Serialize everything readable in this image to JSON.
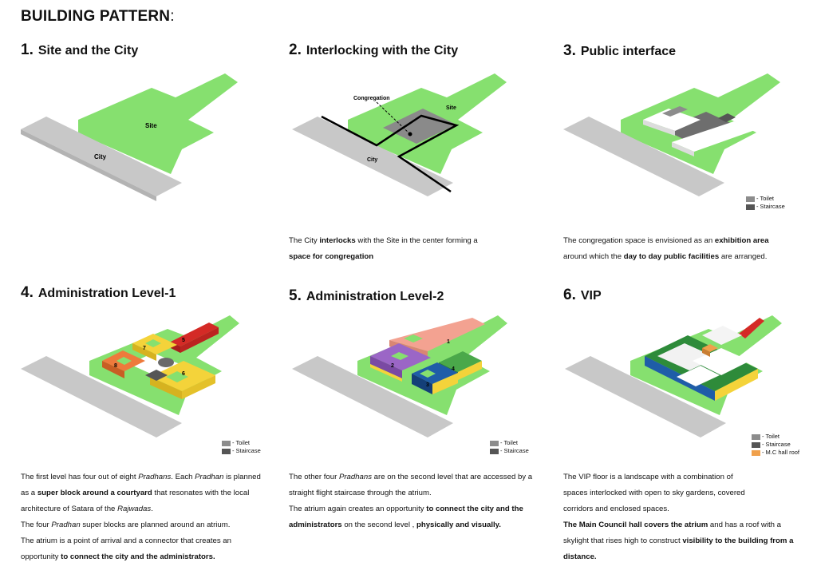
{
  "page_title": "BUILDING PATTERN",
  "page_title_colon": ":",
  "colors": {
    "site_green": "#86e06f",
    "city_gray": "#c8c8c8",
    "toilet": "#8c8c8c",
    "staircase": "#555555",
    "mc_hall_roof": "#f0a04b",
    "pradhan_red": "#d42a26",
    "pradhan_yellow": "#f4d33a",
    "pradhan_orange": "#ee7a3c",
    "pradhan_pink": "#f3a291",
    "pradhan_purple": "#9b66c6",
    "pradhan_blue": "#1f5da8",
    "pradhan_green": "#4aa84a"
  },
  "steps": [
    {
      "num": "1.",
      "title": "Site and the City",
      "labels": {
        "site": "Site",
        "city": "City"
      }
    },
    {
      "num": "2.",
      "title": "Interlocking with the City",
      "labels": {
        "congregation": "Congregation",
        "site": "Site",
        "city": "City"
      },
      "caption": [
        [
          {
            "t": "The City "
          },
          {
            "t": "interlocks",
            "b": true
          },
          {
            "t": " with the Site in the center forming a"
          }
        ],
        [
          {
            "t": "space for congregation",
            "b": true
          }
        ]
      ]
    },
    {
      "num": "3.",
      "title": "Public interface",
      "legend": [
        {
          "label": "Toilet",
          "icon": "toilet-swatch"
        },
        {
          "label": "Staircase",
          "icon": "staircase-swatch"
        }
      ],
      "caption": [
        [
          {
            "t": "The congregation space is envisioned as an "
          },
          {
            "t": "exhibition area",
            "b": true
          }
        ],
        [
          {
            "t": "around which the "
          },
          {
            "t": "day to day public facilities",
            "b": true
          },
          {
            "t": " are arranged."
          }
        ]
      ]
    },
    {
      "num": "4.",
      "title": "Administration Level-1",
      "block_numbers": [
        "5",
        "6",
        "7",
        "8"
      ],
      "legend": [
        {
          "label": "Toilet",
          "icon": "toilet-swatch"
        },
        {
          "label": "Staircase",
          "icon": "staircase-swatch"
        }
      ],
      "caption": [
        [
          {
            "t": "The first level has four out of eight "
          },
          {
            "t": "Pradhans",
            "i": true
          },
          {
            "t": ". Each "
          },
          {
            "t": "Pradhan",
            "i": true
          },
          {
            "t": " is planned"
          }
        ],
        [
          {
            "t": "as a "
          },
          {
            "t": "super block around a courtyard",
            "b": true
          },
          {
            "t": " that resonates with the local"
          }
        ],
        [
          {
            "t": "architecture of Satara of the "
          },
          {
            "t": "Rajwadas",
            "i": true
          },
          {
            "t": "."
          }
        ],
        [
          {
            "t": "The four "
          },
          {
            "t": "Pradhan",
            "i": true
          },
          {
            "t": " super blocks are planned around an atrium."
          }
        ],
        [
          {
            "t": "The atrium is a point of arrival and a connector that creates an"
          }
        ],
        [
          {
            "t": "opportunity "
          },
          {
            "t": "to connect the city and the administrators.",
            "b": true
          }
        ]
      ]
    },
    {
      "num": "5.",
      "title": "Administration Level-2",
      "block_numbers": [
        "1",
        "2",
        "3",
        "4"
      ],
      "legend": [
        {
          "label": "Toilet",
          "icon": "toilet-swatch"
        },
        {
          "label": "Staircase",
          "icon": "staircase-swatch"
        }
      ],
      "caption": [
        [
          {
            "t": "The other four "
          },
          {
            "t": "Pradhans",
            "i": true
          },
          {
            "t": " are on the second level that are accessed by a"
          }
        ],
        [
          {
            "t": "straight flight staircase through the atrium."
          }
        ],
        [
          {
            "t": "The atrium again creates an opportunity "
          },
          {
            "t": "to connect the city and the",
            "b": true
          }
        ],
        [
          {
            "t": "administrators",
            "b": true
          },
          {
            "t": " on the second level , "
          },
          {
            "t": "physically and visually.",
            "b": true
          }
        ]
      ]
    },
    {
      "num": "6.",
      "title": "VIP",
      "legend": [
        {
          "label": "Toilet",
          "icon": "toilet-swatch"
        },
        {
          "label": "Staircase",
          "icon": "staircase-swatch"
        },
        {
          "label": "M.C hall roof",
          "icon": "mc-hall-roof-swatch"
        }
      ],
      "caption": [
        [
          {
            "t": "The VIP floor is a landscape with a combination of"
          }
        ],
        [
          {
            "t": "spaces interlocked with open to sky gardens, covered"
          }
        ],
        [
          {
            "t": "corridors and enclosed spaces."
          }
        ],
        [
          {
            "t": "The Main Council hall covers the atrium",
            "b": true
          },
          {
            "t": " and has a roof with a"
          }
        ],
        [
          {
            "t": "skylight that rises high to construct "
          },
          {
            "t": "visibility to the building from a",
            "b": true
          }
        ],
        [
          {
            "t": "distance.",
            "b": true
          }
        ]
      ]
    }
  ]
}
